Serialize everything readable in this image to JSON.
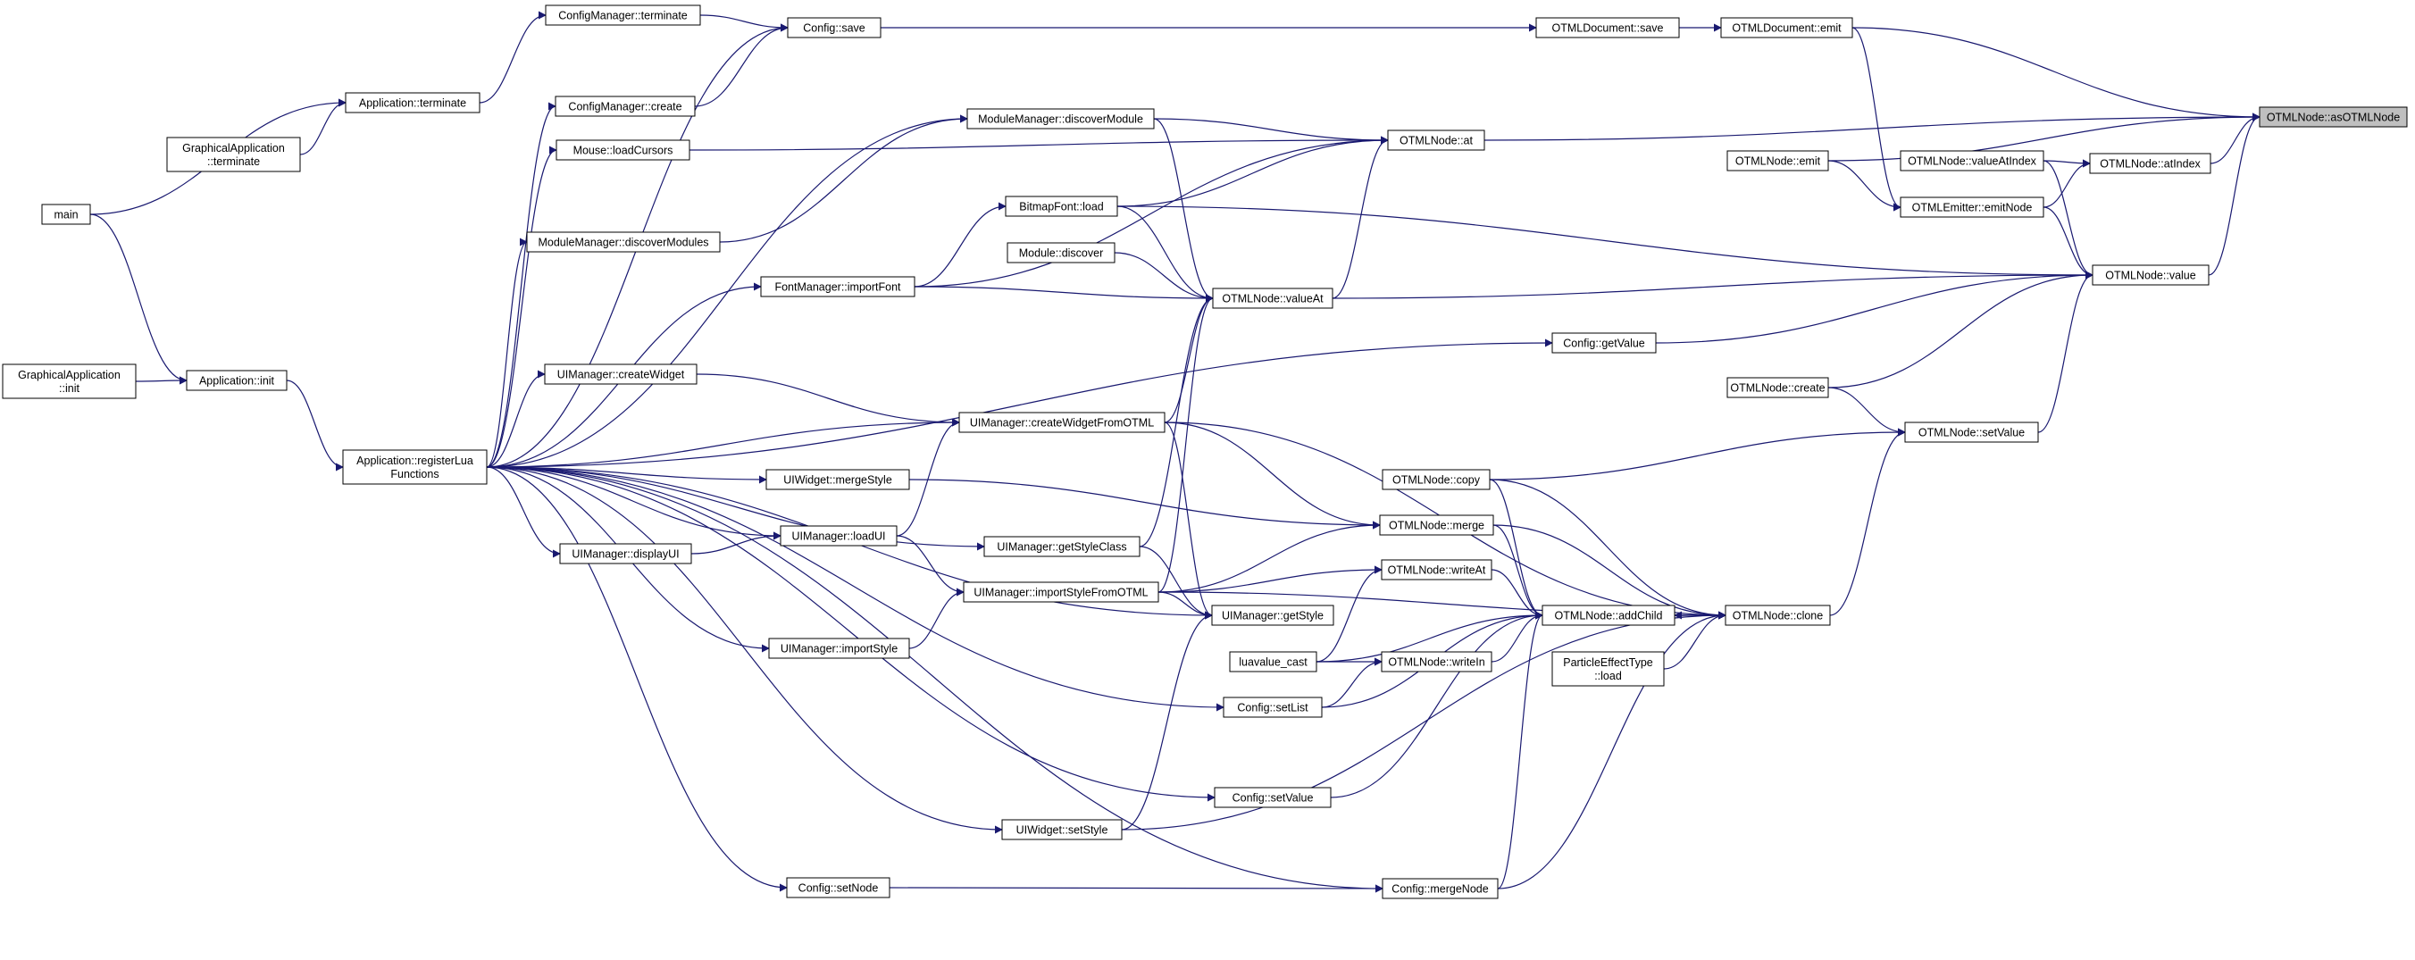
{
  "graph": {
    "nodes": [
      {
        "id": "asOTMLNode",
        "lines": [
          "OTMLNode::asOTMLNode"
        ],
        "highlight": true
      },
      {
        "id": "OTMLDocument_emit",
        "lines": [
          "OTMLDocument::emit"
        ]
      },
      {
        "id": "OTMLDocument_save",
        "lines": [
          "OTMLDocument::save"
        ]
      },
      {
        "id": "Config_save",
        "lines": [
          "Config::save"
        ]
      },
      {
        "id": "CM_terminate",
        "lines": [
          "ConfigManager::terminate"
        ]
      },
      {
        "id": "CM_create",
        "lines": [
          "ConfigManager::create"
        ]
      },
      {
        "id": "App_terminate",
        "lines": [
          "Application::terminate"
        ]
      },
      {
        "id": "GA_terminate",
        "lines": [
          "GraphicalApplication",
          "::terminate"
        ]
      },
      {
        "id": "main",
        "lines": [
          "main"
        ]
      },
      {
        "id": "GA_init",
        "lines": [
          "GraphicalApplication",
          "::init"
        ]
      },
      {
        "id": "App_init",
        "lines": [
          "Application::init"
        ]
      },
      {
        "id": "App_registerLua",
        "lines": [
          "Application::registerLua",
          "Functions"
        ]
      },
      {
        "id": "Mouse_loadCursors",
        "lines": [
          "Mouse::loadCursors"
        ]
      },
      {
        "id": "MM_discoverModules",
        "lines": [
          "ModuleManager::discoverModules"
        ]
      },
      {
        "id": "MM_discoverModule",
        "lines": [
          "ModuleManager::discoverModule"
        ]
      },
      {
        "id": "OTMLNode_at",
        "lines": [
          "OTMLNode::at"
        ]
      },
      {
        "id": "BitmapFont_load",
        "lines": [
          "BitmapFont::load"
        ]
      },
      {
        "id": "Module_discover",
        "lines": [
          "Module::discover"
        ]
      },
      {
        "id": "FM_importFont",
        "lines": [
          "FontManager::importFont"
        ]
      },
      {
        "id": "OTMLNode_valueAt",
        "lines": [
          "OTMLNode::valueAt"
        ]
      },
      {
        "id": "OTMLNode_emit",
        "lines": [
          "OTMLNode::emit"
        ]
      },
      {
        "id": "OTMLNode_valueAtIndex",
        "lines": [
          "OTMLNode::valueAtIndex"
        ]
      },
      {
        "id": "OTMLNode_atIndex",
        "lines": [
          "OTMLNode::atIndex"
        ]
      },
      {
        "id": "OTMLEmitter_emitNode",
        "lines": [
          "OTMLEmitter::emitNode"
        ]
      },
      {
        "id": "OTMLNode_value",
        "lines": [
          "OTMLNode::value"
        ]
      },
      {
        "id": "Config_getValue",
        "lines": [
          "Config::getValue"
        ]
      },
      {
        "id": "UIM_createWidget",
        "lines": [
          "UIManager::createWidget"
        ]
      },
      {
        "id": "UIM_createWidgetFromOTML",
        "lines": [
          "UIManager::createWidgetFromOTML"
        ]
      },
      {
        "id": "OTMLNode_create",
        "lines": [
          "OTMLNode::create"
        ]
      },
      {
        "id": "OTMLNode_setValue",
        "lines": [
          "OTMLNode::setValue"
        ]
      },
      {
        "id": "OTMLNode_copy",
        "lines": [
          "OTMLNode::copy"
        ]
      },
      {
        "id": "UIWidget_mergeStyle",
        "lines": [
          "UIWidget::mergeStyle"
        ]
      },
      {
        "id": "OTMLNode_merge",
        "lines": [
          "OTMLNode::merge"
        ]
      },
      {
        "id": "UIM_loadUI",
        "lines": [
          "UIManager::loadUI"
        ]
      },
      {
        "id": "UIM_getStyleClass",
        "lines": [
          "UIManager::getStyleClass"
        ]
      },
      {
        "id": "UIM_displayUI",
        "lines": [
          "UIManager::displayUI"
        ]
      },
      {
        "id": "UIM_importStyleFromOTML",
        "lines": [
          "UIManager::importStyleFromOTML"
        ]
      },
      {
        "id": "OTMLNode_writeAt",
        "lines": [
          "OTMLNode::writeAt"
        ]
      },
      {
        "id": "UIM_getStyle",
        "lines": [
          "UIManager::getStyle"
        ]
      },
      {
        "id": "OTMLNode_addChild",
        "lines": [
          "OTMLNode::addChild"
        ]
      },
      {
        "id": "OTMLNode_clone",
        "lines": [
          "OTMLNode::clone"
        ]
      },
      {
        "id": "UIM_importStyle",
        "lines": [
          "UIManager::importStyle"
        ]
      },
      {
        "id": "luavalue_cast",
        "lines": [
          "luavalue_cast"
        ]
      },
      {
        "id": "OTMLNode_writeIn",
        "lines": [
          "OTMLNode::writeIn"
        ]
      },
      {
        "id": "ParticleEffectType_load",
        "lines": [
          "ParticleEffectType",
          "::load"
        ]
      },
      {
        "id": "Config_setList",
        "lines": [
          "Config::setList"
        ]
      },
      {
        "id": "Config_setValue",
        "lines": [
          "Config::setValue"
        ]
      },
      {
        "id": "UIWidget_setStyle",
        "lines": [
          "UIWidget::setStyle"
        ]
      },
      {
        "id": "Config_setNode",
        "lines": [
          "Config::setNode"
        ]
      },
      {
        "id": "Config_mergeNode",
        "lines": [
          "Config::mergeNode"
        ]
      }
    ],
    "edges": [
      [
        "OTMLDocument_emit",
        "asOTMLNode"
      ],
      [
        "OTMLNode_at",
        "asOTMLNode"
      ],
      [
        "OTMLNode_emit",
        "asOTMLNode"
      ],
      [
        "OTMLNode_atIndex",
        "asOTMLNode"
      ],
      [
        "OTMLNode_value",
        "asOTMLNode"
      ],
      [
        "OTMLDocument_save",
        "OTMLDocument_emit"
      ],
      [
        "Config_save",
        "OTMLDocument_save"
      ],
      [
        "CM_terminate",
        "Config_save"
      ],
      [
        "CM_create",
        "Config_save"
      ],
      [
        "App_registerLua",
        "Config_save"
      ],
      [
        "App_terminate",
        "CM_terminate"
      ],
      [
        "App_registerLua",
        "CM_create"
      ],
      [
        "GA_terminate",
        "App_terminate"
      ],
      [
        "main",
        "App_terminate"
      ],
      [
        "main",
        "App_init"
      ],
      [
        "GA_init",
        "App_init"
      ],
      [
        "App_init",
        "App_registerLua"
      ],
      [
        "Mouse_loadCursors",
        "OTMLNode_at"
      ],
      [
        "MM_discoverModule",
        "OTMLNode_at"
      ],
      [
        "BitmapFont_load",
        "OTMLNode_at"
      ],
      [
        "OTMLNode_valueAt",
        "OTMLNode_at"
      ],
      [
        "FM_importFont",
        "OTMLNode_at"
      ],
      [
        "App_registerLua",
        "Mouse_loadCursors"
      ],
      [
        "App_registerLua",
        "MM_discoverModules"
      ],
      [
        "App_registerLua",
        "MM_discoverModule"
      ],
      [
        "MM_discoverModules",
        "MM_discoverModule"
      ],
      [
        "MM_discoverModule",
        "OTMLNode_valueAt"
      ],
      [
        "Module_discover",
        "OTMLNode_valueAt"
      ],
      [
        "BitmapFont_load",
        "OTMLNode_valueAt"
      ],
      [
        "FM_importFont",
        "BitmapFont_load"
      ],
      [
        "App_registerLua",
        "FM_importFont"
      ],
      [
        "FM_importFont",
        "OTMLNode_valueAt"
      ],
      [
        "BitmapFont_load",
        "OTMLNode_value"
      ],
      [
        "OTMLNode_valueAt",
        "OTMLNode_value"
      ],
      [
        "OTMLNode_emit",
        "OTMLEmitter_emitNode"
      ],
      [
        "OTMLDocument_emit",
        "OTMLEmitter_emitNode"
      ],
      [
        "OTMLEmitter_emitNode",
        "OTMLNode_atIndex"
      ],
      [
        "OTMLNode_valueAtIndex",
        "OTMLNode_atIndex"
      ],
      [
        "OTMLEmitter_emitNode",
        "OTMLNode_value"
      ],
      [
        "OTMLNode_valueAtIndex",
        "OTMLNode_value"
      ],
      [
        "Config_getValue",
        "OTMLNode_value"
      ],
      [
        "OTMLNode_setValue",
        "OTMLNode_value"
      ],
      [
        "OTMLNode_create",
        "OTMLNode_value"
      ],
      [
        "App_registerLua",
        "Config_getValue"
      ],
      [
        "OTMLNode_create",
        "OTMLNode_setValue"
      ],
      [
        "OTMLNode_clone",
        "OTMLNode_setValue"
      ],
      [
        "OTMLNode_copy",
        "OTMLNode_setValue"
      ],
      [
        "App_registerLua",
        "UIM_createWidget"
      ],
      [
        "UIM_createWidget",
        "UIM_createWidgetFromOTML"
      ],
      [
        "App_registerLua",
        "UIM_createWidgetFromOTML"
      ],
      [
        "UIM_createWidgetFromOTML",
        "OTMLNode_valueAt"
      ],
      [
        "UIM_createWidgetFromOTML",
        "OTMLNode_clone"
      ],
      [
        "UIM_createWidgetFromOTML",
        "OTMLNode_merge"
      ],
      [
        "UIM_createWidgetFromOTML",
        "UIM_getStyle"
      ],
      [
        "App_registerLua",
        "UIWidget_mergeStyle"
      ],
      [
        "UIWidget_mergeStyle",
        "OTMLNode_merge"
      ],
      [
        "App_registerLua",
        "UIM_loadUI"
      ],
      [
        "App_registerLua",
        "UIM_displayUI"
      ],
      [
        "UIM_displayUI",
        "UIM_loadUI"
      ],
      [
        "UIM_loadUI",
        "UIM_createWidgetFromOTML"
      ],
      [
        "UIM_loadUI",
        "UIM_importStyleFromOTML"
      ],
      [
        "UIM_getStyleClass",
        "OTMLNode_valueAt"
      ],
      [
        "UIM_getStyleClass",
        "UIM_getStyle"
      ],
      [
        "App_registerLua",
        "UIM_getStyleClass"
      ],
      [
        "UIM_importStyleFromOTML",
        "OTMLNode_valueAt"
      ],
      [
        "UIM_importStyleFromOTML",
        "OTMLNode_merge"
      ],
      [
        "UIM_importStyleFromOTML",
        "OTMLNode_writeAt"
      ],
      [
        "UIM_importStyleFromOTML",
        "OTMLNode_clone"
      ],
      [
        "UIM_importStyleFromOTML",
        "UIM_getStyle"
      ],
      [
        "UIM_importStyle",
        "UIM_importStyleFromOTML"
      ],
      [
        "App_registerLua",
        "UIM_importStyle"
      ],
      [
        "App_registerLua",
        "UIM_getStyle"
      ],
      [
        "OTMLNode_merge",
        "OTMLNode_addChild"
      ],
      [
        "OTMLNode_merge",
        "OTMLNode_clone"
      ],
      [
        "OTMLNode_copy",
        "OTMLNode_addChild"
      ],
      [
        "OTMLNode_copy",
        "OTMLNode_clone"
      ],
      [
        "OTMLNode_writeAt",
        "OTMLNode_addChild"
      ],
      [
        "OTMLNode_writeIn",
        "OTMLNode_addChild"
      ],
      [
        "OTMLNode_clone",
        "OTMLNode_addChild"
      ],
      [
        "OTMLNode_addChild",
        "OTMLNode_clone"
      ],
      [
        "ParticleEffectType_load",
        "OTMLNode_clone"
      ],
      [
        "luavalue_cast",
        "OTMLNode_writeAt"
      ],
      [
        "luavalue_cast",
        "OTMLNode_writeIn"
      ],
      [
        "luavalue_cast",
        "OTMLNode_addChild"
      ],
      [
        "Config_setList",
        "OTMLNode_writeIn"
      ],
      [
        "Config_setList",
        "OTMLNode_addChild"
      ],
      [
        "App_registerLua",
        "Config_setList"
      ],
      [
        "Config_setValue",
        "OTMLNode_addChild"
      ],
      [
        "App_registerLua",
        "Config_setValue"
      ],
      [
        "UIWidget_setStyle",
        "UIM_getStyle"
      ],
      [
        "UIWidget_setStyle",
        "OTMLNode_clone"
      ],
      [
        "App_registerLua",
        "UIWidget_setStyle"
      ],
      [
        "App_registerLua",
        "Config_setNode"
      ],
      [
        "Config_setNode",
        "Config_mergeNode"
      ],
      [
        "Config_mergeNode",
        "OTMLNode_addChild"
      ],
      [
        "Config_mergeNode",
        "OTMLNode_clone"
      ],
      [
        "App_registerLua",
        "Config_mergeNode"
      ]
    ]
  }
}
